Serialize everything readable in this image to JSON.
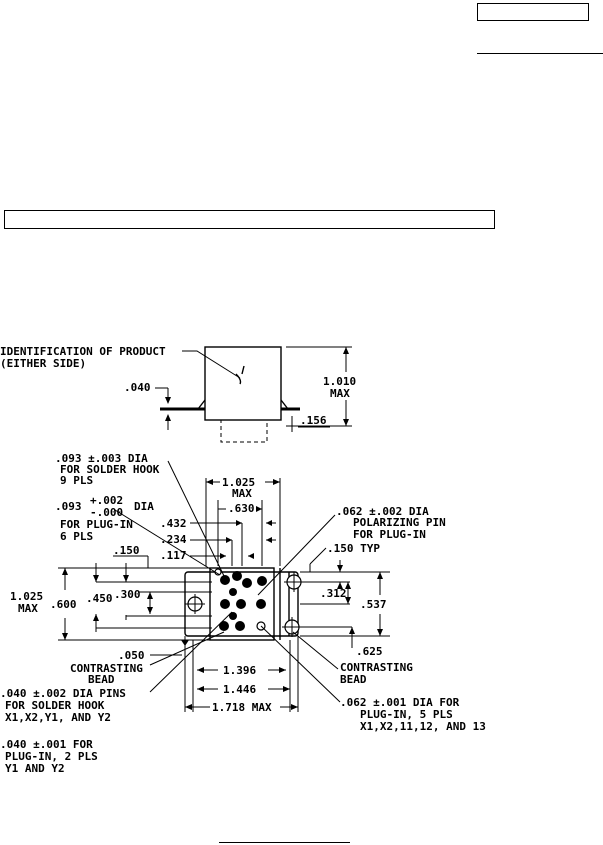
{
  "labels": {
    "identification": "IDENTIFICATION OF PRODUCT",
    "either_side": "(EITHER SIDE)",
    "height_max": "1.010",
    "max": "MAX",
    "base_thk": ".040",
    "pin_len": ".156",
    "hook_dia": ".093 ±.003 DIA",
    "for_solder_hook": "FOR SOLDER HOOK",
    "pls9": "9 PLS",
    "plug_dia": ".093",
    "tol_plus": "+.002",
    "tol_minus": "-.000",
    "dia": "DIA",
    "for_plug_in": "FOR PLUG-IN",
    "pls6": "6 PLS",
    "d432": ".432",
    "d234": ".234",
    "d117": ".117",
    "d150": ".150",
    "width_1025": "1.025",
    "d630": ".630",
    "polar_dia": ".062 ±.002 DIA",
    "polarizing_pin": "POLARIZING PIN",
    "polar_for_plug": "FOR PLUG-IN",
    "d150typ": ".150 TYP",
    "d312": ".312",
    "d537": ".537",
    "d625": ".625",
    "height_1025": "1.025",
    "left_max": "MAX",
    "d600": ".600",
    "d450": ".450",
    "d300": ".300",
    "d050": ".050",
    "contrasting_left": "CONTRASTING",
    "bead_left": "BEAD",
    "contrasting_right": "CONTRASTING",
    "bead_right": "BEAD",
    "d1396": "1.396",
    "d1446": "1.446",
    "d1718max": "1.718 MAX",
    "pins040_a": ".040 ±.002 DIA PINS",
    "pins040_b": "FOR SOLDER HOOK",
    "pins040_c": "X1,X2,Y1, AND Y2",
    "plug040_a": ".040 ±.001 FOR",
    "plug040_b": "PLUG-IN, 2 PLS",
    "plug040_c": "Y1 AND Y2",
    "plug062_a": ".062 ±.001 DIA FOR",
    "plug062_b": "PLUG-IN, 5 PLS",
    "plug062_c": "X1,X2,11,12, AND 13"
  }
}
